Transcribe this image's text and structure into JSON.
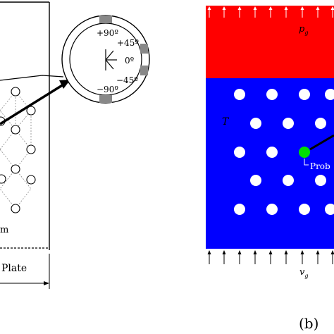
{
  "left_panel": {
    "gauge_labels": {
      "plus90": "+90º",
      "plus45": "+45º",
      "zero": "0º",
      "minus45": "−45º",
      "minus90": "−90º"
    },
    "mesh_label_fragment": "m",
    "plate_label_fragment": "Plate"
  },
  "right_panel": {
    "top_label_main": "p",
    "top_label_sub": "g",
    "region_label": "T",
    "probe_label_fragment": "Prob",
    "bottom_label_main": "v",
    "bottom_label_sub": "g",
    "panel_tag": "(b)",
    "colors": {
      "top_region": "#ff0000",
      "main_region": "#0000ff",
      "probe": "#00dd00",
      "holes": "#ffffff"
    }
  }
}
